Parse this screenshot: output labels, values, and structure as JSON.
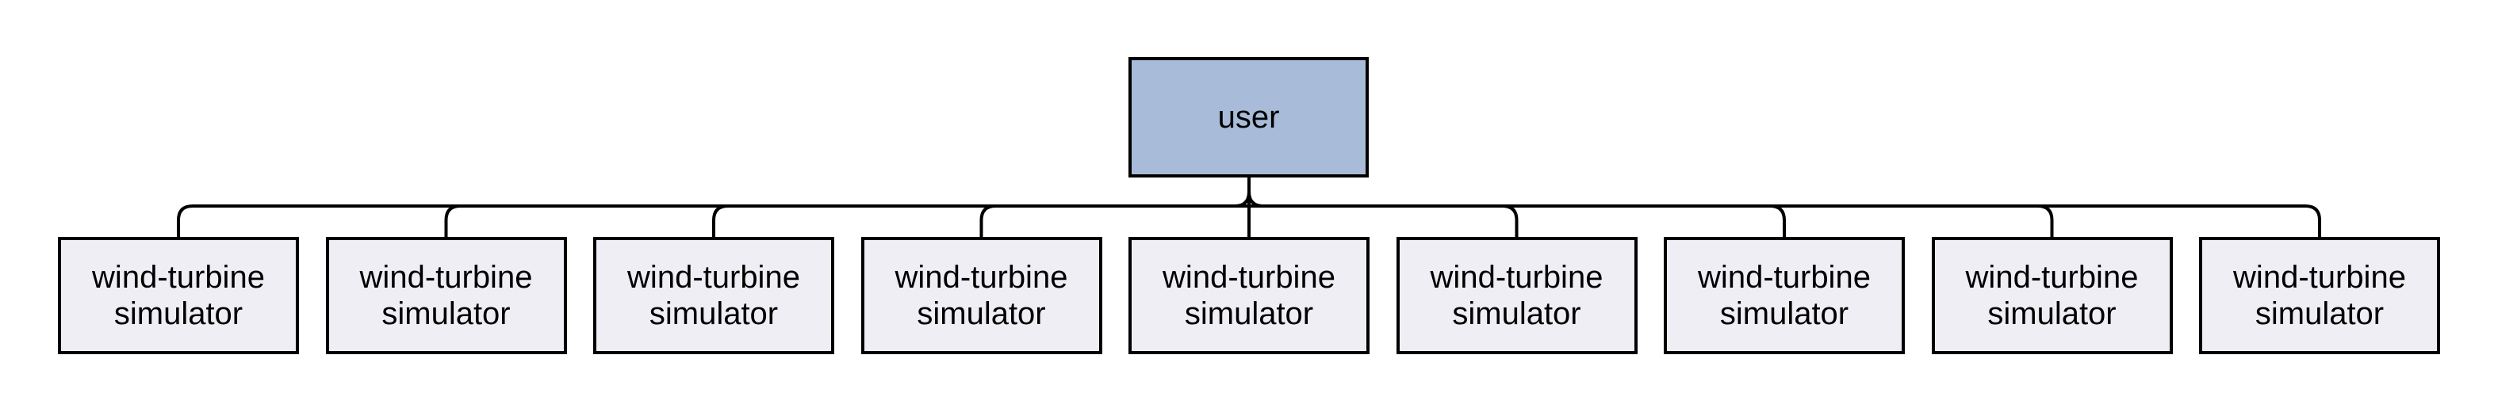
{
  "diagram": {
    "root": {
      "label": "user"
    },
    "children": [
      {
        "label": "wind-turbine\nsimulator"
      },
      {
        "label": "wind-turbine\nsimulator"
      },
      {
        "label": "wind-turbine\nsimulator"
      },
      {
        "label": "wind-turbine\nsimulator"
      },
      {
        "label": "wind-turbine\nsimulator"
      },
      {
        "label": "wind-turbine\nsimulator"
      },
      {
        "label": "wind-turbine\nsimulator"
      },
      {
        "label": "wind-turbine\nsimulator"
      },
      {
        "label": "wind-turbine\nsimulator"
      }
    ],
    "colors": {
      "background": "#ffffff",
      "root_fill": "#a8bcda",
      "child_fill": "#f0eef5",
      "border": "#000000",
      "edge": "#000000"
    }
  }
}
